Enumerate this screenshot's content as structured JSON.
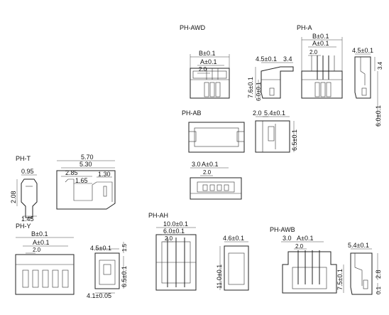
{
  "labels": {
    "ph_awd": "PH-AWD",
    "ph_a": "PH-A",
    "ph_ab": "PH-AB",
    "ph_t": "PH-T",
    "ph_y": "PH-Y",
    "ph_ah": "PH-AH",
    "ph_awb": "PH-AWB"
  },
  "dims": {
    "b01": "B±0.1",
    "a01": "A±0.1",
    "p20": "2.0",
    "d45": "4.5±0.1",
    "d34": "3.4",
    "d76": "7.6±0.1",
    "d60": "6.0±0.1",
    "d205": "2.0",
    "d54": "5.4±0.1",
    "d65": "6.5±0.1",
    "d30": "3.0",
    "d570": "5.70",
    "d530": "5.30",
    "d285": "2.85",
    "d165": "1.65",
    "d130": "1.30",
    "d095": "0.95",
    "d208": "2.08",
    "d145": "1.45",
    "d15": "1.5",
    "d65b": "6.5±0.1",
    "d41": "4.1±0.05",
    "d100": "10.0±0.1",
    "d46": "4.6±0.1",
    "d110": "11.0±0.1",
    "d75": "7.5±0.1",
    "d28": "2.8",
    "d01": "0.1"
  }
}
